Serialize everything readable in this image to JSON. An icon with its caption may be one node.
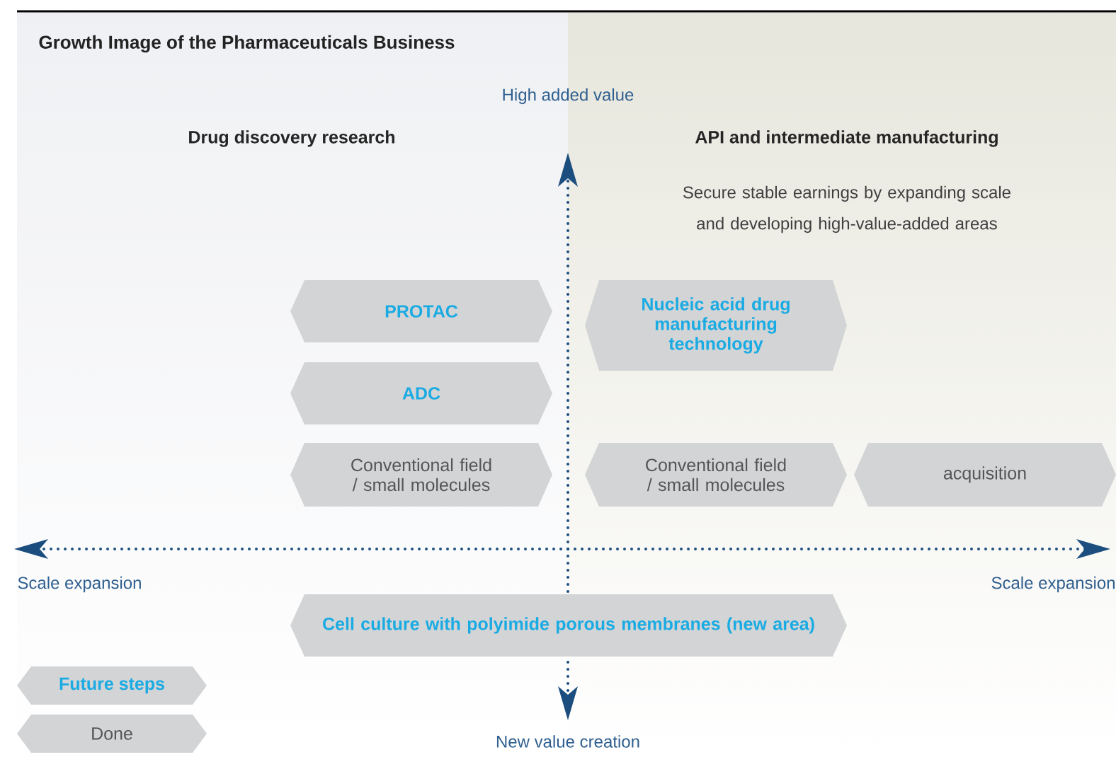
{
  "diagram": {
    "title": "Growth Image of the Pharmaceuticals Business",
    "nodes": [
      {
        "text": [
          "PROTAC"
        ]
      },
      {
        "text": [
          "Nucleic acid drug manufacturing technology"
        ]
      },
      {
        "text": [
          "ADC"
        ]
      },
      {
        "text": [
          "Conventional field / small molecules"
        ]
      },
      {
        "text": [
          "Conventional field / small molecules"
        ]
      },
      {
        "text": [
          "acquisition"
        ]
      },
      {
        "text": [
          "Cell culture with polyimide porous membranes (new area)"
        ]
      }
    ],
    "edges": [],
    "labels": [
      "High added value",
      "Drug discovery research",
      "API and intermediate manufacturing",
      "Secure stable earnings by expanding scale and developing high-value-added areas",
      "Scale expansion",
      "Scale expansion",
      "New value creation"
    ],
    "legend": [
      {
        "text": "Future steps"
      },
      {
        "text": "Done"
      }
    ]
  }
}
